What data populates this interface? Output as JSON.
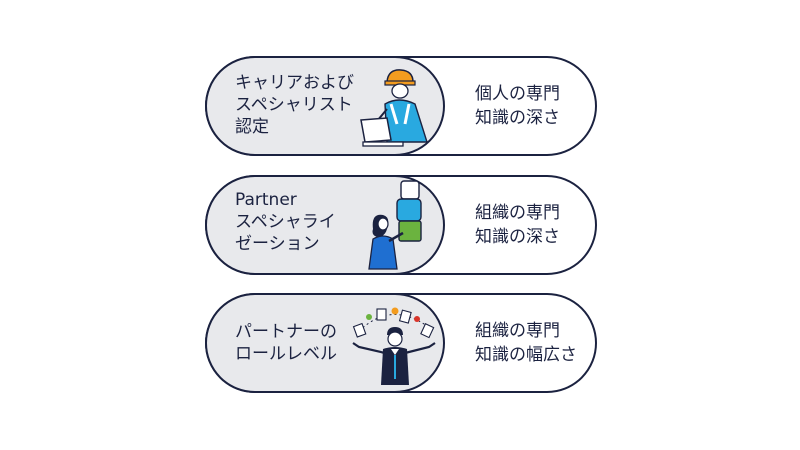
{
  "levels": [
    {
      "title_lines": [
        "キャリアおよび",
        "スペシャリスト",
        "認定"
      ],
      "desc_lines": [
        "個人の専門",
        "知識の深さ"
      ],
      "icon": "worker-with-laptop-icon"
    },
    {
      "title_lines": [
        "Partner",
        "スペシャライ",
        "ゼーション"
      ],
      "desc_lines": [
        "組織の専門",
        "知識の深さ"
      ],
      "icon": "woman-stacking-blocks-icon"
    },
    {
      "title_lines": [
        "パートナーの",
        "ロールレベル"
      ],
      "desc_lines": [
        "組織の専門",
        "知識の幅広さ"
      ],
      "icon": "man-juggling-documents-icon"
    }
  ],
  "colors": {
    "outline": "#1b2240",
    "pill_fill": "#e8e9ec",
    "accent_blue": "#1f6fd1",
    "accent_cyan": "#29a9e0",
    "accent_green": "#6bb33f",
    "accent_orange": "#f39c1f",
    "accent_red": "#d9352b"
  }
}
